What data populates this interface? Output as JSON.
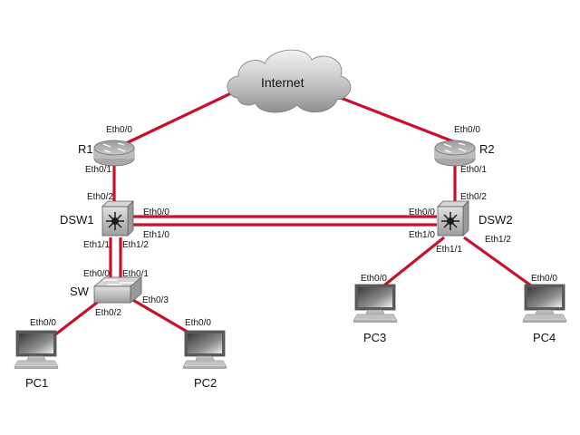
{
  "colors": {
    "link": "#c8102e",
    "background": "#ffffff"
  },
  "devices": {
    "internet": {
      "label": "Internet",
      "icon": "cloud-icon"
    },
    "r1": {
      "label": "R1",
      "icon": "router-icon"
    },
    "r2": {
      "label": "R2",
      "icon": "router-icon"
    },
    "dsw1": {
      "label": "DSW1",
      "icon": "multilayer-switch-icon"
    },
    "dsw2": {
      "label": "DSW2",
      "icon": "multilayer-switch-icon"
    },
    "sw": {
      "label": "SW",
      "icon": "switch-icon"
    },
    "pc1": {
      "label": "PC1",
      "icon": "pc-icon"
    },
    "pc2": {
      "label": "PC2",
      "icon": "pc-icon"
    },
    "pc3": {
      "label": "PC3",
      "icon": "pc-icon"
    },
    "pc4": {
      "label": "PC4",
      "icon": "pc-icon"
    }
  },
  "ports": {
    "r1_eth00": "Eth0/0",
    "r1_eth01": "Eth0/1",
    "r2_eth00": "Eth0/0",
    "r2_eth01": "Eth0/1",
    "dsw1_eth02": "Eth0/2",
    "dsw1_eth00": "Eth0/0",
    "dsw1_eth10": "Eth1/0",
    "dsw1_eth11": "Eth1/1",
    "dsw1_eth12": "Eth1/2",
    "dsw2_eth02": "Eth0/2",
    "dsw2_eth00": "Eth0/0",
    "dsw2_eth10": "Eth1/0",
    "dsw2_eth11": "Eth1/1",
    "dsw2_eth12": "Eth1/2",
    "sw_eth00": "Eth0/0",
    "sw_eth01": "Eth0/1",
    "sw_eth02": "Eth0/2",
    "sw_eth03": "Eth0/3",
    "pc1_eth00": "Eth0/0",
    "pc2_eth00": "Eth0/0",
    "pc3_eth00": "Eth0/0",
    "pc4_eth00": "Eth0/0"
  }
}
